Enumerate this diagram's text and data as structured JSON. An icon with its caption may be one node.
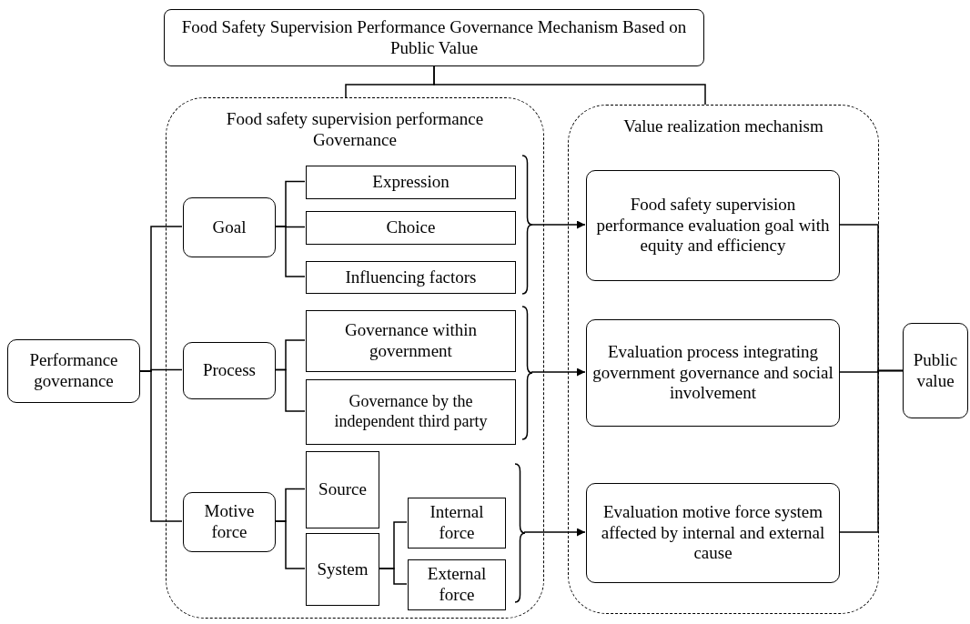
{
  "diagram": {
    "nodes": [
      {
        "text": [
          "Food Safety Supervision Performance Governance Mechanism Based on Public Value"
        ]
      },
      {
        "text": [
          "Food safety supervision performance Governance"
        ]
      },
      {
        "text": [
          "Value realization mechanism"
        ]
      },
      {
        "text": [
          "Performance governance"
        ]
      },
      {
        "text": [
          "Goal"
        ],
        "in": 1
      },
      {
        "text": [
          "Expression"
        ],
        "in": 1
      },
      {
        "text": [
          "Choice"
        ],
        "in": 1
      },
      {
        "text": [
          "Influencing factors"
        ],
        "in": 1
      },
      {
        "text": [
          "Process"
        ],
        "in": 1
      },
      {
        "text": [
          "Governance within government"
        ],
        "in": 1
      },
      {
        "text": [
          "Governance by the independent third party"
        ],
        "in": 1
      },
      {
        "text": [
          "Motive force"
        ],
        "in": 1
      },
      {
        "text": [
          "Source"
        ],
        "in": 1
      },
      {
        "text": [
          "System"
        ],
        "in": 1
      },
      {
        "text": [
          "Internal force"
        ],
        "in": 1
      },
      {
        "text": [
          "External force"
        ],
        "in": 1
      },
      {
        "text": [
          "Food safety supervision performance evaluation goal with equity and efficiency"
        ],
        "in": 2
      },
      {
        "text": [
          "Evaluation process integrating government governance and social involvement"
        ],
        "in": 2
      },
      {
        "text": [
          "Evaluation motive force system affected by internal and external cause"
        ],
        "in": 2
      },
      {
        "text": [
          "Public value"
        ]
      },
      {
        "text": [],
        "shape": "brace",
        "in": 1
      },
      {
        "text": [],
        "shape": "brace",
        "in": 1
      },
      {
        "text": [],
        "shape": "brace",
        "in": 1
      }
    ],
    "edges": [
      {
        "from": 0,
        "to": 1,
        "arrow": "none"
      },
      {
        "from": 0,
        "to": 2,
        "arrow": "none"
      },
      {
        "from": 3,
        "to": 4,
        "arrow": "none"
      },
      {
        "from": 3,
        "to": 8,
        "arrow": "none"
      },
      {
        "from": 3,
        "to": 11,
        "arrow": "none"
      },
      {
        "from": 4,
        "to": 5,
        "arrow": "none"
      },
      {
        "from": 4,
        "to": 6,
        "arrow": "none"
      },
      {
        "from": 4,
        "to": 7,
        "arrow": "none"
      },
      {
        "from": 8,
        "to": 9,
        "arrow": "none"
      },
      {
        "from": 8,
        "to": 10,
        "arrow": "none"
      },
      {
        "from": 11,
        "to": 12,
        "arrow": "none"
      },
      {
        "from": 11,
        "to": 13,
        "arrow": "none"
      },
      {
        "from": 13,
        "to": 14,
        "arrow": "none"
      },
      {
        "from": 13,
        "to": 15,
        "arrow": "none"
      },
      {
        "from": 20,
        "to": 16,
        "arrow": "to"
      },
      {
        "from": 21,
        "to": 17,
        "arrow": "to"
      },
      {
        "from": 22,
        "to": 18,
        "arrow": "to"
      },
      {
        "from": 16,
        "to": 19,
        "arrow": "none"
      },
      {
        "from": 17,
        "to": 19,
        "arrow": "none"
      },
      {
        "from": 18,
        "to": 19,
        "arrow": "none"
      }
    ]
  }
}
